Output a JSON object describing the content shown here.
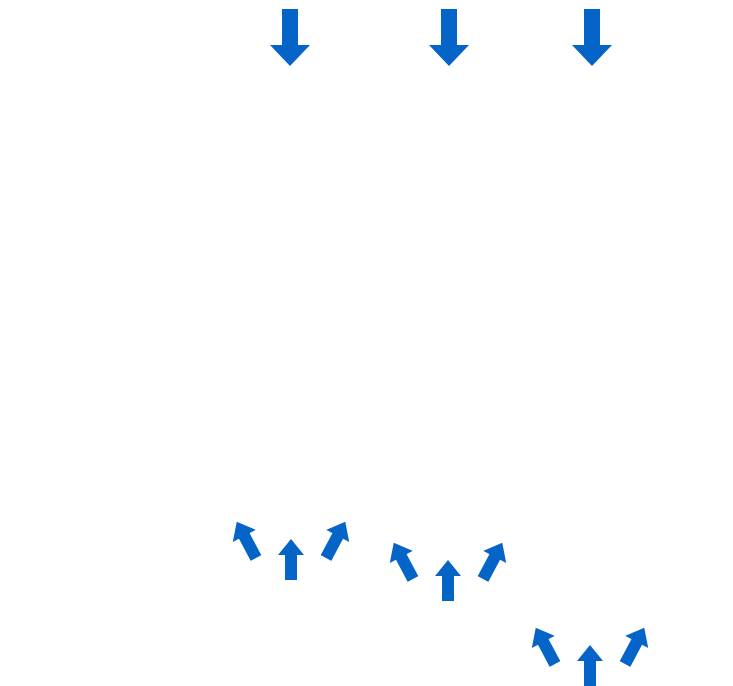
{
  "diagram": {
    "arrow_color": "#0564c7",
    "background_color": "#ffffff",
    "top_arrows": [
      {
        "icon": "arrow-down-icon",
        "direction": "down"
      },
      {
        "icon": "arrow-down-icon",
        "direction": "down"
      },
      {
        "icon": "arrow-down-icon",
        "direction": "down"
      }
    ],
    "bottom_arrow_groups": [
      {
        "icons": [
          "arrow-up-left-icon",
          "arrow-up-icon",
          "arrow-up-right-icon"
        ]
      },
      {
        "icons": [
          "arrow-up-left-icon",
          "arrow-up-icon",
          "arrow-up-right-icon"
        ]
      },
      {
        "icons": [
          "arrow-up-left-icon",
          "arrow-up-icon",
          "arrow-up-right-icon"
        ]
      }
    ]
  }
}
